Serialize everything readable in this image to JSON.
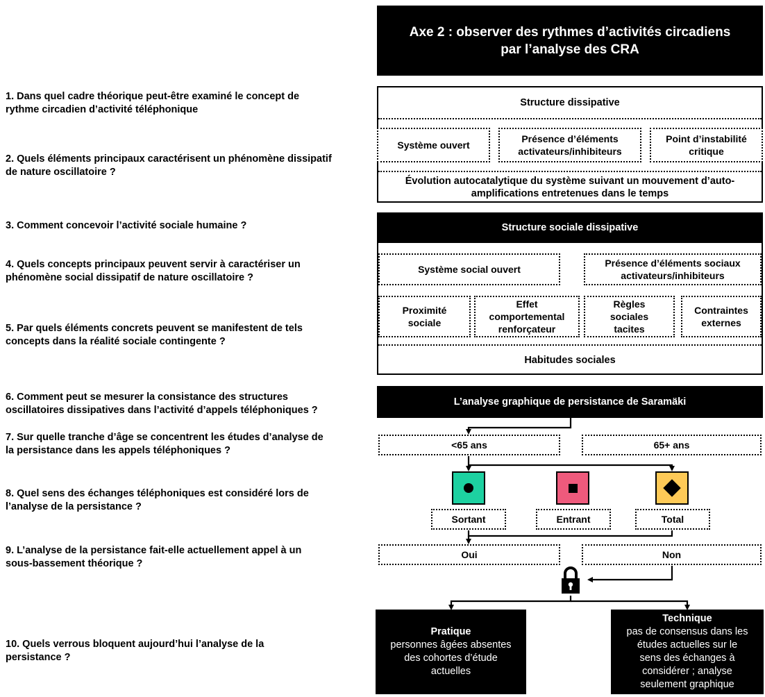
{
  "header": {
    "line1": "Axe 2 : observer des rythmes d’activités circadiens",
    "line2": "par l’analyse des CRA"
  },
  "questions": [
    {
      "line1": "1. Dans quel cadre théorique peut-être examiné le concept de",
      "line2": "rythme circadien d’activité téléphonique"
    },
    {
      "line1": "2. Quels éléments principaux caractérisent un phénomène dissipatif",
      "line2": "de nature oscillatoire ?"
    },
    {
      "line1": "3. Comment concevoir l’activité sociale humaine ?",
      "line2": ""
    },
    {
      "line1": "4. Quels concepts principaux peuvent servir à caractériser un",
      "line2": "phénomène social dissipatif de nature oscillatoire ?"
    },
    {
      "line1": "5. Par quels éléments concrets peuvent se manifestent de tels",
      "line2": "concepts dans la réalité sociale contingente ?"
    },
    {
      "line1": "6. Comment peut se mesurer la consistance des structures",
      "line2": "oscillatoires dissipatives dans l’activité d’appels téléphoniques ?"
    },
    {
      "line1": "7. Sur quelle tranche d’âge se concentrent les études d’analyse de",
      "line2": "la persistance dans les appels téléphoniques ?"
    },
    {
      "line1": "8. Quel sens des échanges téléphoniques est considéré lors de",
      "line2": "l’analyse de la persistance ?"
    },
    {
      "line1": "9. L’analyse de la persistance fait-elle actuellement appel à un",
      "line2": "sous-bassement théorique ?"
    },
    {
      "line1": "10. Quels verrous bloquent aujourd’hui l’analyse de la",
      "line2": "persistance ?"
    }
  ],
  "box1": {
    "title": "Structure dissipative",
    "item1": "Système ouvert",
    "item2": {
      "line1": "Présence d’éléments",
      "line2": "activateurs/inhibiteurs"
    },
    "item3": {
      "line1": "Point d’instabilité",
      "line2": "critique"
    },
    "footer": {
      "line1": "Évolution autocatalytique du système suivant un mouvement d’auto-",
      "line2": "amplifications entretenues dans le temps"
    }
  },
  "box2": {
    "title": "Structure sociale dissipative",
    "item1": "Système social ouvert",
    "item2": {
      "line1": "Présence d’éléments sociaux",
      "line2": "activateurs/inhibiteurs"
    },
    "c1": {
      "line1": "Proximité",
      "line2": "sociale"
    },
    "c2": {
      "line1": "Effet",
      "line2": "comportemental",
      "line3": "renforçateur"
    },
    "c3": {
      "line1": "Règles",
      "line2": "sociales",
      "line3": "tacites"
    },
    "c4": {
      "line1": "Contraintes",
      "line2": "externes"
    },
    "footer": "Habitudes sociales"
  },
  "box3": {
    "title": "L’analyse graphique de persistance de Saramäki",
    "age1": "<65 ans",
    "age2": "65+ ans",
    "dir1": "Sortant",
    "dir2": "Entrant",
    "dir3": "Total",
    "yes": "Oui",
    "no": "Non"
  },
  "icons": {
    "sortant": {
      "name": "circle-icon",
      "color": "#1DD1A1"
    },
    "entrant": {
      "name": "square-icon",
      "color": "#EE5A7C"
    },
    "total": {
      "name": "diamond-icon",
      "color": "#FECA57"
    },
    "lock": "padlock-icon"
  },
  "lock_practical": {
    "title": "Pratique",
    "line1": "personnes âgées absentes",
    "line2": "des cohortes d’étude",
    "line3": "actuelles"
  },
  "lock_technical": {
    "title": "Technique",
    "line1": "pas de consensus dans les",
    "line2": "études actuelles sur le",
    "line3": "sens des échanges à",
    "line4": "considérer ; analyse",
    "line5": "seulement graphique"
  }
}
